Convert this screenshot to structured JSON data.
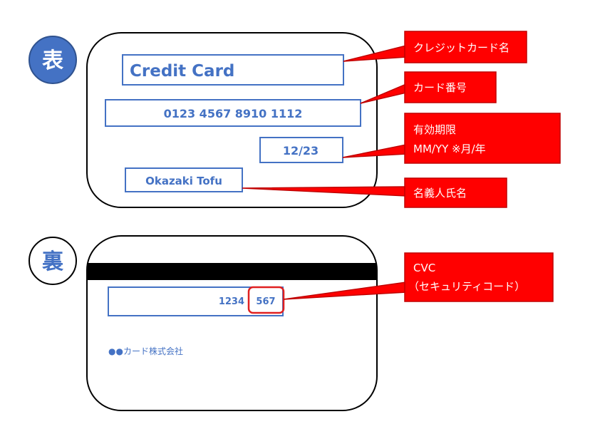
{
  "front": {
    "side_label": "表",
    "card_name": "Credit Card",
    "card_number": "0123 4567 8910 1112",
    "expiry": "12/23",
    "holder": "Okazaki Tofu"
  },
  "back": {
    "side_label": "裏",
    "number_prefix": "1234",
    "cvc": "567",
    "issuer": "●●カード株式会社"
  },
  "callouts": {
    "card_name": "クレジットカード名",
    "card_number": "カード番号",
    "expiry_line1": "有効期限",
    "expiry_line2": "MM/YY ※月/年",
    "holder": "名義人氏名",
    "cvc_line1": "CVC",
    "cvc_line2": "（セキュリティコード）"
  },
  "colors": {
    "accent_blue": "#4472C4",
    "callout_red": "#FF0000",
    "callout_border": "#C00000",
    "cvc_highlight": "#E02020",
    "magnetic_stripe": "#000000"
  }
}
